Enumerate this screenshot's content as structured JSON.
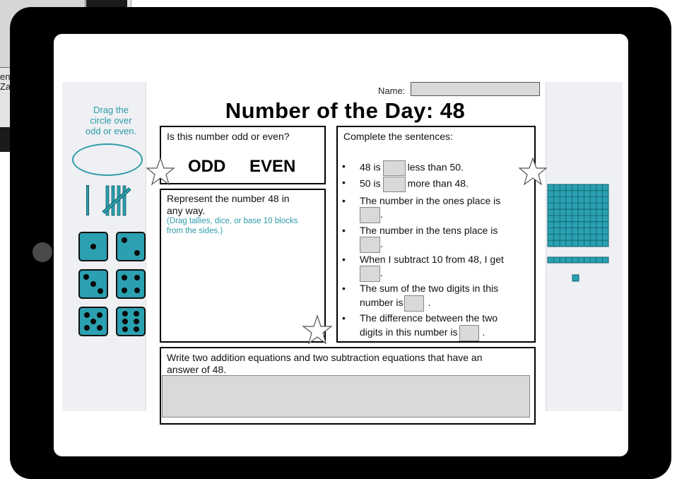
{
  "background_doc": {
    "fragment_line1": "en",
    "fragment_line2": "Za"
  },
  "slide": {
    "name_label": "Name:",
    "title": "Number of the Day: 48",
    "left_panel": {
      "instruction_line1": "Drag the",
      "instruction_line2": "circle over",
      "instruction_line3": "odd or even."
    },
    "odd_even_box": {
      "question": "Is this number odd or even?",
      "odd_label": "ODD",
      "even_label": "EVEN"
    },
    "represent_box": {
      "prompt_line1": "Represent the number 48 in",
      "prompt_line2": "any way.",
      "hint_line1": "(Drag tallies, dice, or base 10 blocks",
      "hint_line2": "from the sides.)"
    },
    "sentences_box": {
      "heading": "Complete the sentences:",
      "bullet": "•",
      "s1_before": "48 is",
      "s1_after": "less than 50.",
      "s2_before": "50 is",
      "s2_after": "more than 48.",
      "s3_line1": "The number in the ones place is",
      "s3_end": ".",
      "s4_line1": "The number in the tens place is",
      "s4_end": ".",
      "s5_line1": "When I subtract 10 from 48, I get",
      "s5_end": ".",
      "s6_line1": "The sum of the two digits in this",
      "s6_line2_before": "number is",
      "s6_end": ".",
      "s7_line1": "The difference between the two",
      "s7_line2_before": "digits in this number is",
      "s7_end": "."
    },
    "equations_box": {
      "prompt_line1": "Write two addition equations and two subtraction equations that have an",
      "prompt_line2": "answer of 48."
    }
  },
  "colors": {
    "teal": "#2d9aa8",
    "block": "#2aa0b0",
    "answer_fill": "#d9d9d9"
  }
}
